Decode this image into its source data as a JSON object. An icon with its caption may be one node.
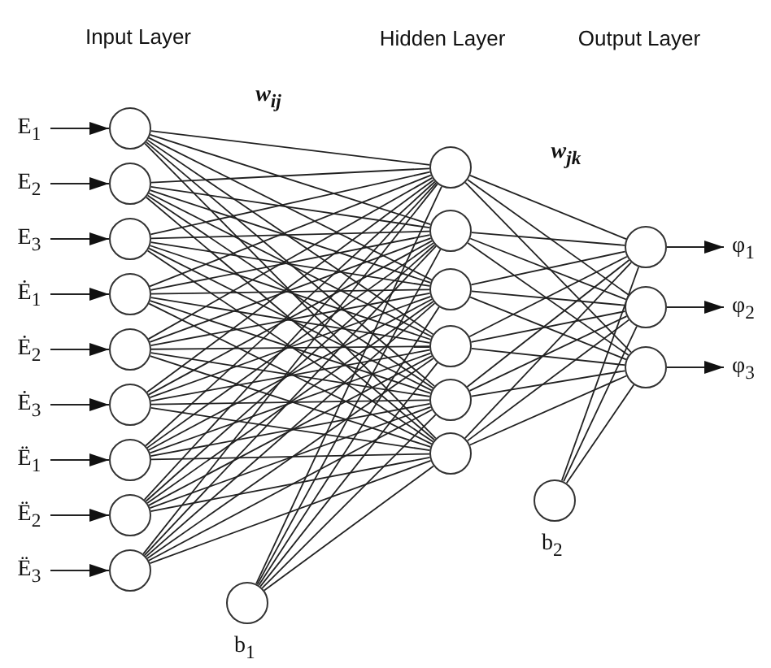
{
  "diagram": {
    "nodes": [
      {
        "text": [
          "E$_{1}$"
        ]
      },
      {
        "text": [
          "E$_{2}$"
        ]
      },
      {
        "text": [
          "E$_{3}$"
        ]
      },
      {
        "text": [
          "Ė$_{1}$"
        ]
      },
      {
        "text": [
          "Ė$_{2}$"
        ]
      },
      {
        "text": [
          "Ė$_{3}$"
        ]
      },
      {
        "text": [
          "Ë$_{1}$"
        ]
      },
      {
        "text": [
          "Ë$_{2}$"
        ]
      },
      {
        "text": [
          "Ë$_{3}$"
        ]
      },
      {
        "text": [],
        "shape": "circle"
      },
      {
        "text": [],
        "shape": "circle"
      },
      {
        "text": [],
        "shape": "circle"
      },
      {
        "text": [],
        "shape": "circle"
      },
      {
        "text": [],
        "shape": "circle"
      },
      {
        "text": [],
        "shape": "circle"
      },
      {
        "text": [],
        "shape": "circle"
      },
      {
        "text": [],
        "shape": "circle"
      },
      {
        "text": [],
        "shape": "circle"
      },
      {
        "text": [],
        "shape": "circle"
      },
      {
        "text": [],
        "shape": "circle"
      },
      {
        "text": [],
        "shape": "circle"
      },
      {
        "text": [],
        "shape": "circle"
      },
      {
        "text": [],
        "shape": "circle"
      },
      {
        "text": [],
        "shape": "circle"
      },
      {
        "text": [],
        "shape": "circle",
        "beside": [
          "b$_{1}$"
        ]
      },
      {
        "text": [],
        "shape": "circle"
      },
      {
        "text": [],
        "shape": "circle"
      },
      {
        "text": [],
        "shape": "circle"
      },
      {
        "text": [],
        "shape": "circle",
        "beside": [
          "b$_{2}$"
        ]
      },
      {
        "text": [
          "φ$_{1}$"
        ]
      },
      {
        "text": [
          "φ$_{2}$"
        ]
      },
      {
        "text": [
          "φ$_{3}$"
        ]
      }
    ],
    "edges": [
      {
        "from": 0,
        "to": 9,
        "arrow": "to"
      },
      {
        "from": 1,
        "to": 10,
        "arrow": "to"
      },
      {
        "from": 2,
        "to": 11,
        "arrow": "to"
      },
      {
        "from": 3,
        "to": 12,
        "arrow": "to"
      },
      {
        "from": 4,
        "to": 13,
        "arrow": "to"
      },
      {
        "from": 5,
        "to": 14,
        "arrow": "to"
      },
      {
        "from": 6,
        "to": 15,
        "arrow": "to"
      },
      {
        "from": 7,
        "to": 16,
        "arrow": "to"
      },
      {
        "from": 8,
        "to": 17,
        "arrow": "to"
      },
      {
        "from": 9,
        "to": 18,
        "arrow": "none"
      },
      {
        "from": 9,
        "to": 19,
        "arrow": "none"
      },
      {
        "from": 9,
        "to": 20,
        "arrow": "none"
      },
      {
        "from": 9,
        "to": 21,
        "arrow": "none"
      },
      {
        "from": 9,
        "to": 22,
        "arrow": "none"
      },
      {
        "from": 9,
        "to": 23,
        "arrow": "none"
      },
      {
        "from": 10,
        "to": 18,
        "arrow": "none"
      },
      {
        "from": 10,
        "to": 19,
        "arrow": "none"
      },
      {
        "from": 10,
        "to": 20,
        "arrow": "none"
      },
      {
        "from": 10,
        "to": 21,
        "arrow": "none"
      },
      {
        "from": 10,
        "to": 22,
        "arrow": "none"
      },
      {
        "from": 10,
        "to": 23,
        "arrow": "none"
      },
      {
        "from": 11,
        "to": 18,
        "arrow": "none"
      },
      {
        "from": 11,
        "to": 19,
        "arrow": "none"
      },
      {
        "from": 11,
        "to": 20,
        "arrow": "none"
      },
      {
        "from": 11,
        "to": 21,
        "arrow": "none"
      },
      {
        "from": 11,
        "to": 22,
        "arrow": "none"
      },
      {
        "from": 11,
        "to": 23,
        "arrow": "none"
      },
      {
        "from": 12,
        "to": 18,
        "arrow": "none"
      },
      {
        "from": 12,
        "to": 19,
        "arrow": "none"
      },
      {
        "from": 12,
        "to": 20,
        "arrow": "none"
      },
      {
        "from": 12,
        "to": 21,
        "arrow": "none"
      },
      {
        "from": 12,
        "to": 22,
        "arrow": "none"
      },
      {
        "from": 12,
        "to": 23,
        "arrow": "none"
      },
      {
        "from": 13,
        "to": 18,
        "arrow": "none"
      },
      {
        "from": 13,
        "to": 19,
        "arrow": "none"
      },
      {
        "from": 13,
        "to": 20,
        "arrow": "none"
      },
      {
        "from": 13,
        "to": 21,
        "arrow": "none"
      },
      {
        "from": 13,
        "to": 22,
        "arrow": "none"
      },
      {
        "from": 13,
        "to": 23,
        "arrow": "none"
      },
      {
        "from": 14,
        "to": 18,
        "arrow": "none"
      },
      {
        "from": 14,
        "to": 19,
        "arrow": "none"
      },
      {
        "from": 14,
        "to": 20,
        "arrow": "none"
      },
      {
        "from": 14,
        "to": 21,
        "arrow": "none"
      },
      {
        "from": 14,
        "to": 22,
        "arrow": "none"
      },
      {
        "from": 14,
        "to": 23,
        "arrow": "none"
      },
      {
        "from": 15,
        "to": 18,
        "arrow": "none"
      },
      {
        "from": 15,
        "to": 19,
        "arrow": "none"
      },
      {
        "from": 15,
        "to": 20,
        "arrow": "none"
      },
      {
        "from": 15,
        "to": 21,
        "arrow": "none"
      },
      {
        "from": 15,
        "to": 22,
        "arrow": "none"
      },
      {
        "from": 15,
        "to": 23,
        "arrow": "none"
      },
      {
        "from": 16,
        "to": 18,
        "arrow": "none"
      },
      {
        "from": 16,
        "to": 19,
        "arrow": "none"
      },
      {
        "from": 16,
        "to": 20,
        "arrow": "none"
      },
      {
        "from": 16,
        "to": 21,
        "arrow": "none"
      },
      {
        "from": 16,
        "to": 22,
        "arrow": "none"
      },
      {
        "from": 16,
        "to": 23,
        "arrow": "none"
      },
      {
        "from": 17,
        "to": 18,
        "arrow": "none"
      },
      {
        "from": 17,
        "to": 19,
        "arrow": "none"
      },
      {
        "from": 17,
        "to": 20,
        "arrow": "none"
      },
      {
        "from": 17,
        "to": 21,
        "arrow": "none"
      },
      {
        "from": 17,
        "to": 22,
        "arrow": "none"
      },
      {
        "from": 17,
        "to": 23,
        "arrow": "none"
      },
      {
        "from": 24,
        "to": 18,
        "arrow": "none"
      },
      {
        "from": 24,
        "to": 19,
        "arrow": "none"
      },
      {
        "from": 24,
        "to": 20,
        "arrow": "none"
      },
      {
        "from": 24,
        "to": 21,
        "arrow": "none"
      },
      {
        "from": 24,
        "to": 22,
        "arrow": "none"
      },
      {
        "from": 24,
        "to": 23,
        "arrow": "none"
      },
      {
        "from": 18,
        "to": 25,
        "arrow": "none"
      },
      {
        "from": 18,
        "to": 26,
        "arrow": "none"
      },
      {
        "from": 18,
        "to": 27,
        "arrow": "none"
      },
      {
        "from": 19,
        "to": 25,
        "arrow": "none"
      },
      {
        "from": 19,
        "to": 26,
        "arrow": "none"
      },
      {
        "from": 19,
        "to": 27,
        "arrow": "none"
      },
      {
        "from": 20,
        "to": 25,
        "arrow": "none"
      },
      {
        "from": 20,
        "to": 26,
        "arrow": "none"
      },
      {
        "from": 20,
        "to": 27,
        "arrow": "none"
      },
      {
        "from": 21,
        "to": 25,
        "arrow": "none"
      },
      {
        "from": 21,
        "to": 26,
        "arrow": "none"
      },
      {
        "from": 21,
        "to": 27,
        "arrow": "none"
      },
      {
        "from": 22,
        "to": 25,
        "arrow": "none"
      },
      {
        "from": 22,
        "to": 26,
        "arrow": "none"
      },
      {
        "from": 22,
        "to": 27,
        "arrow": "none"
      },
      {
        "from": 23,
        "to": 25,
        "arrow": "none"
      },
      {
        "from": 23,
        "to": 26,
        "arrow": "none"
      },
      {
        "from": 23,
        "to": 27,
        "arrow": "none"
      },
      {
        "from": 28,
        "to": 25,
        "arrow": "none"
      },
      {
        "from": 28,
        "to": 26,
        "arrow": "none"
      },
      {
        "from": 28,
        "to": 27,
        "arrow": "none"
      },
      {
        "from": 25,
        "to": 29,
        "arrow": "to"
      },
      {
        "from": 26,
        "to": 30,
        "arrow": "to"
      },
      {
        "from": 27,
        "to": 31,
        "arrow": "to"
      }
    ],
    "labels": [
      "Input Layer",
      "Hidden Layer",
      "Output Layer",
      "w$_{ij}$",
      "w$_{jk}$"
    ]
  }
}
